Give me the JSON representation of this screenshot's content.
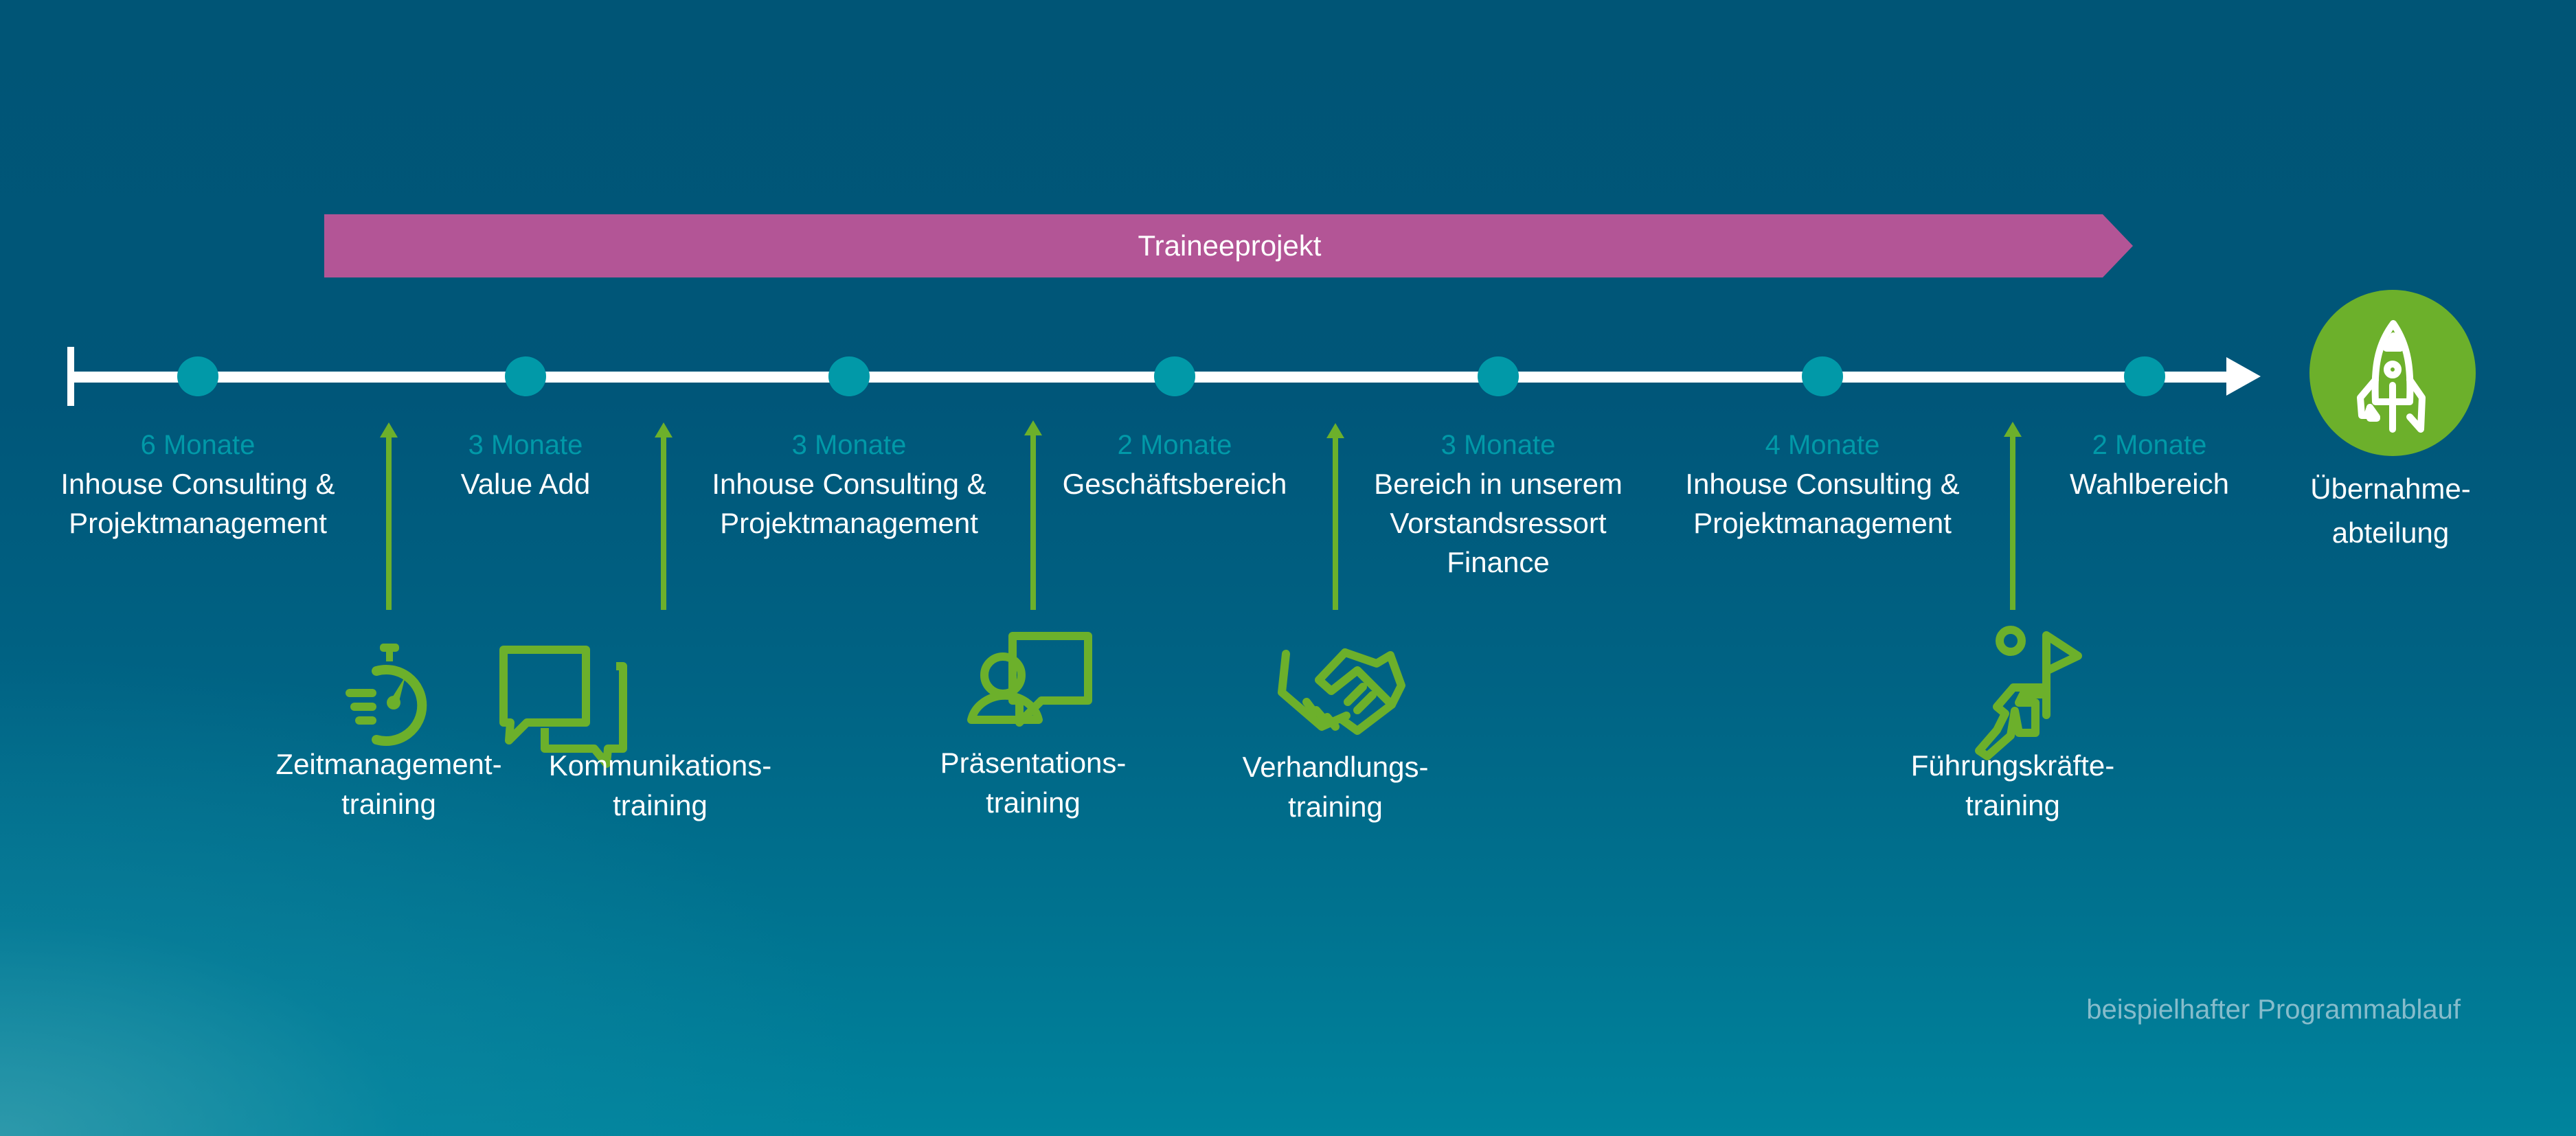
{
  "title": "beispielhafter Programmablauf",
  "colors": {
    "background_top": "#005576",
    "background_bottom": "#00849d",
    "project_bar": "#b35596",
    "timeline": "#ffffff",
    "milestone_dot": "#0199a8",
    "duration_text": "#0199a8",
    "training_green": "#6cb02b",
    "footnote_text": "#86bccb"
  },
  "project_bar": {
    "label": "Traineeprojekt"
  },
  "phases": [
    {
      "duration": "6 Monate",
      "name": "Inhouse Consulting &\nProjektmanagement"
    },
    {
      "duration": "3 Monate",
      "name": "Value Add"
    },
    {
      "duration": "3 Monate",
      "name": "Inhouse Consulting &\nProjektmanagement"
    },
    {
      "duration": "2 Monate",
      "name": "Geschäftsbereich"
    },
    {
      "duration": "3 Monate",
      "name": "Bereich in unserem\nVorstandsressort\nFinance"
    },
    {
      "duration": "4 Monate",
      "name": "Inhouse Consulting &\nProjektmanagement"
    },
    {
      "duration": "2 Monate",
      "name": "Wahlbereich"
    }
  ],
  "trainings": [
    {
      "label": "Zeitmanagement-\ntraining",
      "icon": "stopwatch-icon"
    },
    {
      "label": "Kommunikations-\ntraining",
      "icon": "speech-bubbles-icon"
    },
    {
      "label": "Präsentations-\ntraining",
      "icon": "presenter-icon"
    },
    {
      "label": "Verhandlungs-\ntraining",
      "icon": "handshake-icon"
    },
    {
      "label": "Führungskräfte-\ntraining",
      "icon": "leader-flag-icon"
    }
  ],
  "destination": {
    "label": "Übernahme-\nabteilung",
    "icon": "rocket-icon"
  },
  "footnote": "beispielhafter Programmablauf"
}
